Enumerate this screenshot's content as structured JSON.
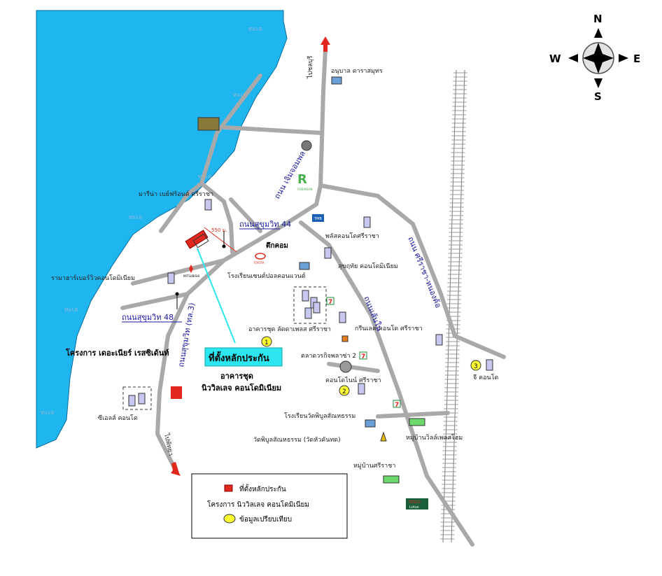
{
  "compass": {
    "n": "N",
    "s": "S",
    "e": "E",
    "w": "W"
  },
  "sea_labels": [
    "ทะเล",
    "ทะเล",
    "ทะเล",
    "ทะเล",
    "ทะเล",
    "ทะเล"
  ],
  "roads": {
    "to_bangkok": "ไปชลบุรี",
    "to_pattaya": "ไปพัทยา",
    "choemchomphon": "ถนน เจิมจอมพล",
    "sukhumvit44": "ถนนสุขุมวิท 44",
    "sukhumvit48": "ถนนสุขุมวิท 48",
    "sukhumvit3": "ถนนสุขุมวิท (ทล.3)",
    "sriracha_nongkho": "ถนน ศรีราชา-หนองค้อ",
    "nong_kho": "ถนนเส้นใน",
    "distance": "550 ม."
  },
  "places": {
    "school_darasamut": "อนุบาล ดาราสมุทร",
    "marina": "มารีน่า เบย์ฟร้อนต์ ศรีราชา",
    "rama_harbour": "รามาฮาร์เบอร์วิวคอนโดมิเนียม",
    "plus_condo": "พลัสคอนโดศรีราชา",
    "sukhothai_condo": "สุขฤทัย คอนโดมิเนียม",
    "st_paul": "โรงเรียนเซนต์ปอลคอนแวนต์",
    "lat_da": "อาคารชุด ลัดดาเพลส ศรีราชา",
    "green_lake": "กรีนเลค คอนโด ศรีราชา",
    "market": "ตลาดวรกิจพลาซ่า 2",
    "condo_nine": "คอนโดไนน์ ศรีราชา",
    "g_condo": "จี คอนโด",
    "school_wat": "โรงเรียนวัดพิบูลสัณหธรรม",
    "wat_pibul": "วัดพิบูลสัณหธรรม (วัดหัวคันทด)",
    "village_ville": "หมู่บ้านวิลล์เพลสโฮม",
    "village_sriracha": "หมู่บ้านศรีราชา",
    "serene_condo": "ซีเอลส์ คอนโด",
    "project_residence": "โครงการ เดอะเนียร์ เรสซิเด้นท์",
    "collateral": "ที่ตั้งหลักประกัน",
    "building_line1": "อาคารชุด",
    "building_line2": "นิววิลเลจ คอนโดมิเนียม"
  },
  "brands": {
    "toyota": "TOYOTA",
    "tesco1": "TESCO",
    "tesco2": "Lotus",
    "mitsubishi": "MITSUBISHI",
    "tmb": "TMB",
    "robinson": "ROBINSON",
    "tuktuk": "ตึกคอม"
  },
  "numbers": {
    "n1": "1",
    "n2": "2",
    "n3": "3",
    "n7a": "7",
    "n7b": "7",
    "n7c": "7"
  },
  "legend": {
    "item1": "ที่ตั้งหลักประกัน",
    "item2": "โครงการ นิววิลเลจ คอนโดมิเนียม",
    "item3": "ข้อมูลเปรียบเทียบ"
  },
  "colors": {
    "sea": "#1fb6f0",
    "road": "#a9a9a9",
    "collateral": "#e0281e",
    "callout": "#2ee6f0",
    "marker": "#ffff33"
  }
}
